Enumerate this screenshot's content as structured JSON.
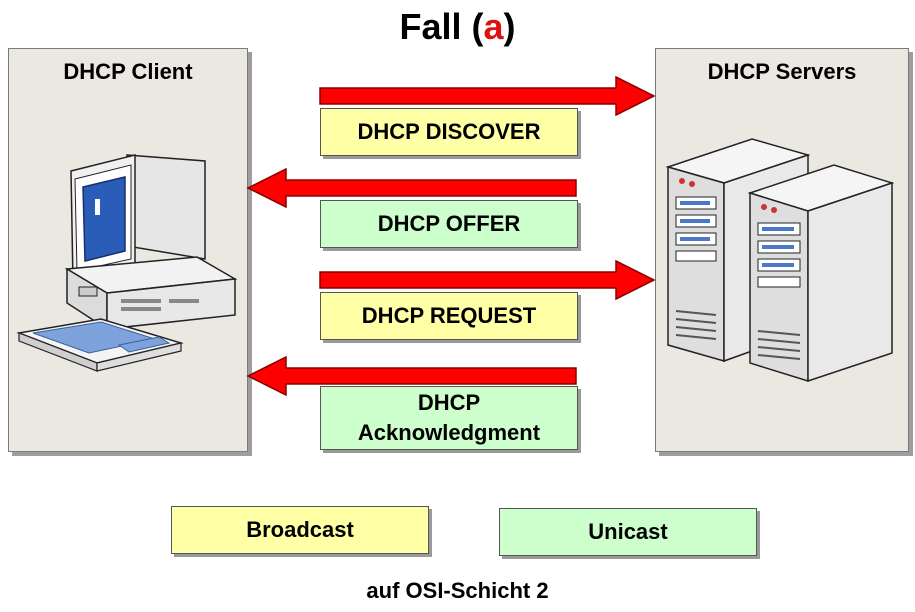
{
  "title": {
    "main": "Fall",
    "open": "(",
    "letter": "a",
    "close": ")"
  },
  "client": {
    "label": "DHCP Client"
  },
  "servers": {
    "label": "DHCP Servers"
  },
  "messages": [
    {
      "label": "DHCP DISCOVER",
      "direction": "right",
      "type": "broadcast"
    },
    {
      "label": "DHCP OFFER",
      "direction": "left",
      "type": "unicast"
    },
    {
      "label": "DHCP REQUEST",
      "direction": "right",
      "type": "broadcast"
    },
    {
      "label_line1": "DHCP",
      "label_line2": "Acknowledgment",
      "direction": "left",
      "type": "unicast"
    }
  ],
  "legend": {
    "broadcast": "Broadcast",
    "unicast": "Unicast"
  },
  "caption": "auf OSI-Schicht 2",
  "colors": {
    "broadcast": "#ffffa6",
    "unicast": "#ccffcc",
    "arrow": "#ff0000",
    "highlight": "#e01010",
    "panel": "#ebe8e1"
  }
}
